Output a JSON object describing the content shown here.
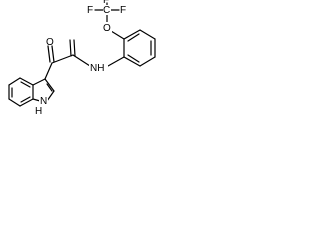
{
  "structure": {
    "atoms": {
      "carbonyl_oxygen": "O",
      "amide_nitrogen_hydrogen": "NH",
      "ether_oxygen": "O",
      "fluorine_1": "F",
      "fluorine_2": "F",
      "fluorine_3": "F",
      "cf3_carbon": "C",
      "indole_nitrogen": "N",
      "indole_hydrogen": "H"
    }
  }
}
